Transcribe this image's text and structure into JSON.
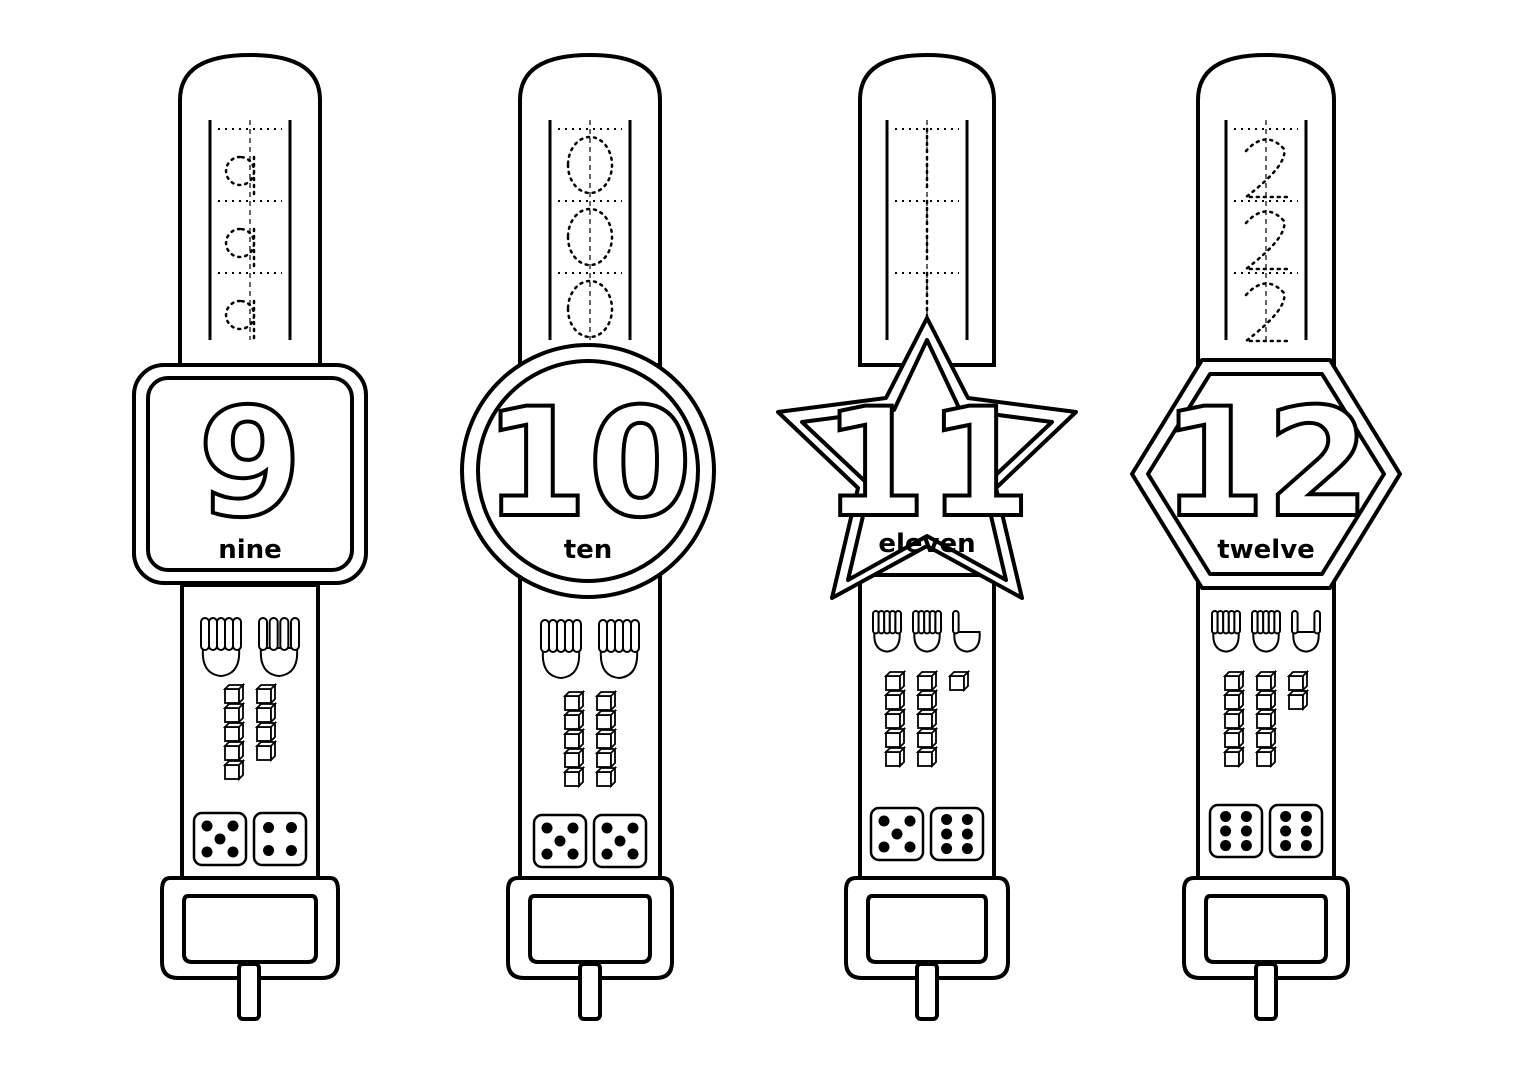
{
  "watches": [
    {
      "numeral": "9",
      "word": "nine",
      "face": "rounded-square",
      "fingers": [
        5,
        4
      ],
      "cubes": [
        5,
        4
      ],
      "dice": [
        5,
        4
      ],
      "trace": "9"
    },
    {
      "numeral": "10",
      "word": "ten",
      "face": "circle",
      "fingers": [
        5,
        5
      ],
      "cubes": [
        5,
        5
      ],
      "dice": [
        5,
        5
      ],
      "trace": "0"
    },
    {
      "numeral": "11",
      "word": "eleven",
      "face": "star",
      "fingers": [
        5,
        5,
        1
      ],
      "cubes": [
        5,
        5,
        1
      ],
      "dice": [
        5,
        6
      ],
      "trace": "1"
    },
    {
      "numeral": "12",
      "word": "twelve",
      "face": "hexagon",
      "fingers": [
        5,
        5,
        2
      ],
      "cubes": [
        5,
        5,
        2
      ],
      "dice": [
        6,
        6
      ],
      "trace": "2"
    }
  ],
  "icons": {
    "hand": "hand-icon",
    "cube": "unit-cube-icon",
    "die": "dice-icon",
    "buckle": "buckle-icon"
  },
  "colors": {
    "line": "#000000",
    "fill": "#ffffff"
  }
}
